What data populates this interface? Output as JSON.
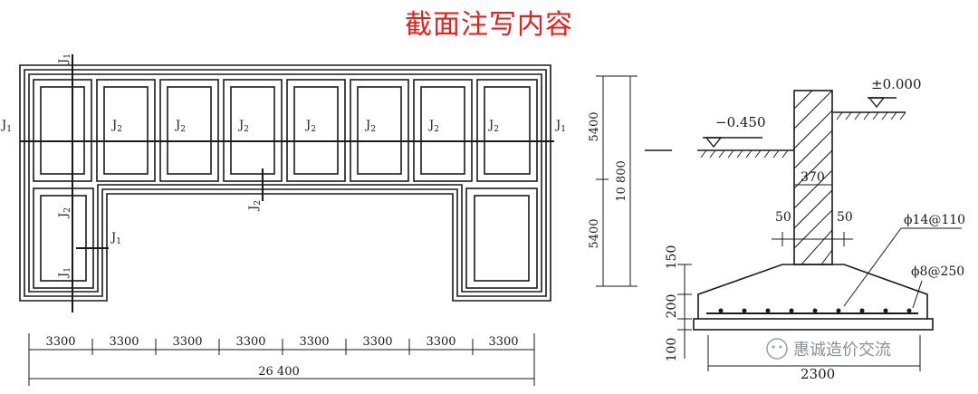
{
  "title": "截面注写内容",
  "plan": {
    "section_j1": "J",
    "section_j2": "J",
    "sub_1": "1",
    "sub_2": "2",
    "bay_dim": "3300",
    "total_dim": "26 400"
  },
  "elevation": {
    "upper": "5400",
    "lower": "5400",
    "total": "10 800"
  },
  "section": {
    "grade_top": "±0.000",
    "grade_low": "−0.450",
    "wall": "370",
    "offset_left": "50",
    "offset_right": "50",
    "rebar_main": "ϕ14@110",
    "rebar_dist": "ϕ8@250",
    "h150": "150",
    "h200": "200",
    "h100": "100",
    "width": "2300"
  },
  "watermark": "惠诚造价交流"
}
